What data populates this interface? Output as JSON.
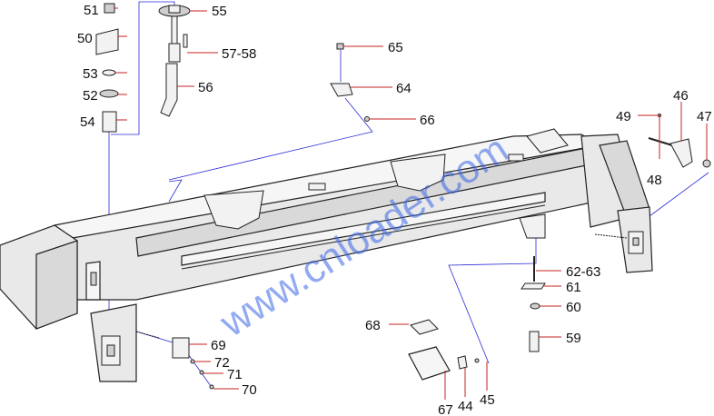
{
  "watermark": "www.cnloader.com",
  "callouts": [
    {
      "id": "c51",
      "label": "51"
    },
    {
      "id": "c50",
      "label": "50"
    },
    {
      "id": "c53",
      "label": "53"
    },
    {
      "id": "c52",
      "label": "52"
    },
    {
      "id": "c54",
      "label": "54"
    },
    {
      "id": "c55",
      "label": "55"
    },
    {
      "id": "c57",
      "label": "57-58"
    },
    {
      "id": "c56",
      "label": "56"
    },
    {
      "id": "c65",
      "label": "65"
    },
    {
      "id": "c64",
      "label": "64"
    },
    {
      "id": "c66",
      "label": "66"
    },
    {
      "id": "c49",
      "label": "49"
    },
    {
      "id": "c46",
      "label": "46"
    },
    {
      "id": "c47",
      "label": "47"
    },
    {
      "id": "c48",
      "label": "48"
    },
    {
      "id": "c62",
      "label": "62-63"
    },
    {
      "id": "c61",
      "label": "61"
    },
    {
      "id": "c60",
      "label": "60"
    },
    {
      "id": "c59",
      "label": "59"
    },
    {
      "id": "c68",
      "label": "68"
    },
    {
      "id": "c69",
      "label": "69"
    },
    {
      "id": "c72",
      "label": "72"
    },
    {
      "id": "c71",
      "label": "71"
    },
    {
      "id": "c70",
      "label": "70"
    },
    {
      "id": "c67",
      "label": "67"
    },
    {
      "id": "c44",
      "label": "44"
    },
    {
      "id": "c45",
      "label": "45"
    }
  ],
  "colors": {
    "leader": "#c42020",
    "guide": "#2b2bd6",
    "watermark": "#3a66e6"
  }
}
